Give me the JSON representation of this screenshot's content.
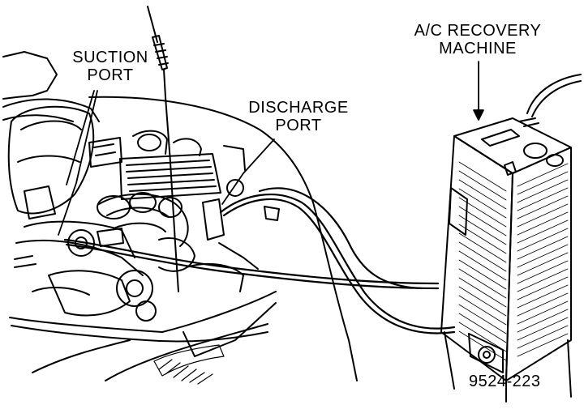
{
  "labels": {
    "suction": [
      "SUCTION",
      "PORT"
    ],
    "discharge": [
      "DISCHARGE",
      "PORT"
    ],
    "machine": [
      "A/C RECOVERY",
      "MACHINE"
    ],
    "figure_id": "9524-223"
  }
}
